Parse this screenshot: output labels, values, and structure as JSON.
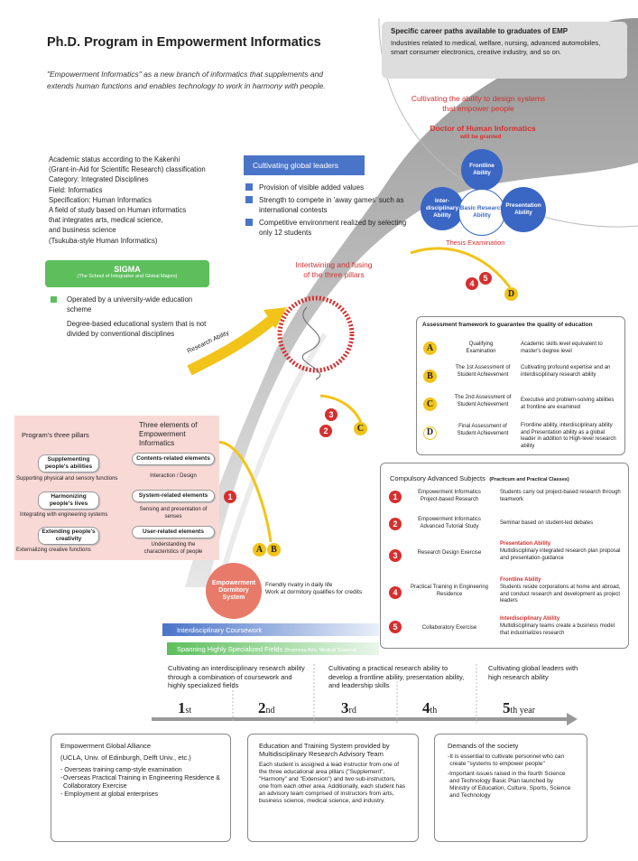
{
  "header": {
    "title": "Ph.D. Program in Empowerment Informatics",
    "intro": "\"Empowerment Informatics\" as a new branch of informatics that supplements and extends human functions and enables technology to work in harmony with people."
  },
  "careers": {
    "title": "Specific career paths available to graduates of EMP",
    "text": "Industries related to medical, welfare, nursing, advanced automobiles, smart consumer electronics, creative industry, and so on."
  },
  "top_goal": {
    "line1": "Cultivating the ability to design systems",
    "line2": "that empower people",
    "degree": "Doctor of Human Informatics",
    "degree_sub": "will be granted",
    "thesis": "Thesis Examination"
  },
  "abilities": {
    "frontline": "Frontline Ability",
    "interdisciplinary": "Inter-disciplinary Ability",
    "basic": "Basic Research Ability",
    "presentation": "Presentation Ability"
  },
  "academic": {
    "lines": [
      "Academic status according to the Kakenhi",
      "(Grant-in-Aid for Scientific Research) classification",
      "Category: Integrated Disciplines",
      "Field: Informatics",
      "Specification: Human Informatics",
      "A field of study based on Human informatics",
      "that integrates arts, medical science,",
      "and business science",
      "(Tsukuba-style Human Informatics)"
    ]
  },
  "global_leaders": {
    "header": "Cultivating global leaders",
    "items": [
      "Provision of visible added values",
      "Strength to compete in 'away games' such as international contests",
      "Competitive environment realized by selecting only 12 students"
    ]
  },
  "sigma": {
    "title": "SIGMA",
    "subtitle": "(The School of Integrative and Global Majors)",
    "item1": "Operated by a university-wide education scheme",
    "item2": "Degree-based educational system that is not divided by conventional disciplines"
  },
  "center": {
    "intertwining_1": "Intertwining and fusing",
    "intertwining_2": "of the three pillars",
    "research_ability": "Research Ability"
  },
  "assessment": {
    "title": "Assessment framework to guarantee the quality of education",
    "rows": [
      {
        "letter": "A",
        "name": "Qualifying Examination",
        "desc": "Academic skills level equivalent to master's degree level"
      },
      {
        "letter": "B",
        "name": "The 1st Assessment of Student Achievement",
        "desc": "Cultivating profound expertise and an interdisciplinary research ability"
      },
      {
        "letter": "C",
        "name": "The 2nd Assessment of Student Achievement",
        "desc": "Executive and problem-solving abilities at frontline are examined"
      },
      {
        "letter": "D",
        "name": "Final Assessment of Student Achievement",
        "desc": "Frontline ability, interdisciplinary ability and Presentation ability as a global leader in addition to High-level research ability"
      }
    ]
  },
  "compulsory": {
    "title": "Compulsory Advanced Subjects",
    "title_sub": "(Practicum and Practical Classes)",
    "rows": [
      {
        "num": "1",
        "name": "Empowerment Informatics Project-based Research",
        "ability": "",
        "desc": "Students carry out project-based research through teamwork"
      },
      {
        "num": "2",
        "name": "Empowerment Informatics Advanced Tutorial Study",
        "ability": "",
        "desc": "Seminar based on student-led debates"
      },
      {
        "num": "3",
        "name": "Research Design Exercise",
        "ability": "Presentation Ability",
        "desc": "Multidisciplinary integrated research plan proposal and presentation guidance"
      },
      {
        "num": "4",
        "name": "Practical Training in Engineering Residence",
        "ability": "Frontline Ability",
        "desc": "Students reside corporations at home and abroad, and conduct research and development as project leaders"
      },
      {
        "num": "5",
        "name": "Collaboratory Exercise",
        "ability": "Interdisciplinary Ability",
        "desc": "Multidisciplinary teams create a business model that industrializes research"
      }
    ]
  },
  "pillars": {
    "title": "Program's three pillars",
    "elements_title": "Three elements of Empowerment Informatics",
    "rows": [
      {
        "pillar": "Supplementing people's abilities",
        "pillar_sub": "Supporting physical and sensory functions",
        "element": "Contents-related elements",
        "element_sub": "Interaction / Design"
      },
      {
        "pillar": "Harmonizing people's lives",
        "pillar_sub": "Integrating with engineering systems",
        "element": "System-related elements",
        "element_sub": "Sensing and presentation of senses"
      },
      {
        "pillar": "Extending people's creativity",
        "pillar_sub": "Externalizing creative functions",
        "element": "User-related elements",
        "element_sub": "Understanding the characteristics of people"
      }
    ]
  },
  "dormitory": {
    "label": "Empowerment Dormitory System",
    "line1": "Friendly rivalry in daily life",
    "line2": "Work at dormitory qualifies for credits"
  },
  "coursework": {
    "interdisciplinary": "Interdisciplinary Coursework",
    "spanning": "Spanning Highly Specialized Fields",
    "spanning_sub": "(Business Arts, Medical Science)"
  },
  "timeline": {
    "goals": [
      "Cultivating an interdisciplinary research ability through a combination of coursework and highly specialized fields",
      "Cultivating a practical research ability to develop a frontline ability, presentation ability, and leadership skills",
      "Cultivating global leaders with high research ability"
    ],
    "years": [
      {
        "num": "1",
        "suffix": "st"
      },
      {
        "num": "2",
        "suffix": "nd"
      },
      {
        "num": "3",
        "suffix": "rd"
      },
      {
        "num": "4",
        "suffix": "th"
      },
      {
        "num": "5",
        "suffix": "th year"
      }
    ]
  },
  "bottom": {
    "alliance_title": "Empowerment Global Alliance",
    "alliance_sub": "(UCLA, Univ. of Edinburgh, Delft Univ., etc.)",
    "alliance_items": [
      "Overseas training camp-style examination",
      "Overseas Practical Training in Engineering Residence & Collaboratory Exercise",
      "Employment at global enterprises"
    ],
    "education_title": "Education and Training System provided by Multidisciplinary Research Advisory Team",
    "education_text": "Each student is assigned a lead instructor from one of the three educational area pillars (\"Supplement\", \"Harmony\" and \"Extension\") and two sub-instructors, one from each other area. Additionally, each student has an advisory team comprised of instructors from arts, business science, medical science, and industry.",
    "society_title": "Demands of the society",
    "society_items": [
      "It is essential to cultivate personnel who can create \"systems to empower people\"",
      "Important issues raised in the fourth Science and Technology Basic Plan launched by Ministry of Education, Culture, Sports, Science and Technology"
    ]
  },
  "colors": {
    "accent_red": "#d62f2f",
    "yellow": "#f2c318",
    "blue": "#4a74c8",
    "green": "#5cbf5c",
    "pink_bg": "#f9d9d6",
    "gray_curve": "#9a9a9a"
  }
}
